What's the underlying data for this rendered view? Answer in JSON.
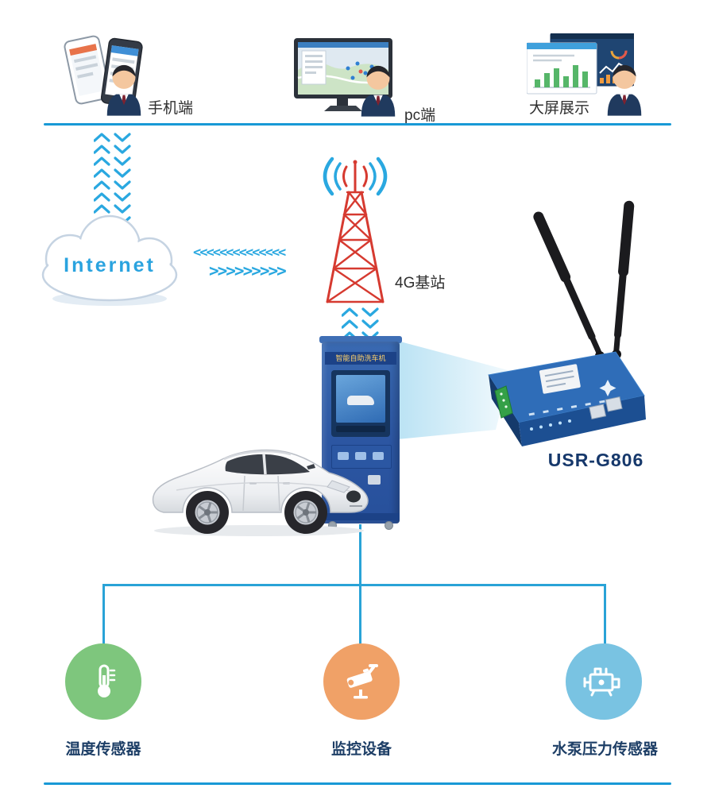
{
  "top": {
    "items": [
      {
        "label": "手机端",
        "icon": "mobile-phones-icon"
      },
      {
        "label": "pc端",
        "icon": "pc-monitor-icon"
      },
      {
        "label": "大屏展示",
        "icon": "dashboard-screens-icon"
      }
    ]
  },
  "network": {
    "internet_label": "Internet",
    "arrows_left": "<<<<<<<<<<<<<<",
    "arrows_right": ">>>>>>>>>",
    "tower_label": "4G基站"
  },
  "station": {
    "kiosk_title": "智能自助洗车机",
    "router_label": "USR-G806"
  },
  "sensors": [
    {
      "label": "温度传感器",
      "icon": "thermometer-icon",
      "color": "#7ec67d"
    },
    {
      "label": "监控设备",
      "icon": "cctv-camera-icon",
      "color": "#f0a167"
    },
    {
      "label": "水泵压力传感器",
      "icon": "pump-icon",
      "color": "#79c3e2"
    }
  ],
  "colors": {
    "divider_blue": "#1899d6",
    "arrow_blue": "#2aa8e0",
    "connector_blue": "#29a3d7",
    "internet_text": "#2aa3df",
    "navy_label": "#1d3e66",
    "tower_red": "#d63a30",
    "kiosk_blue": "#2c56a2",
    "router_blue": "#2f6db8"
  }
}
